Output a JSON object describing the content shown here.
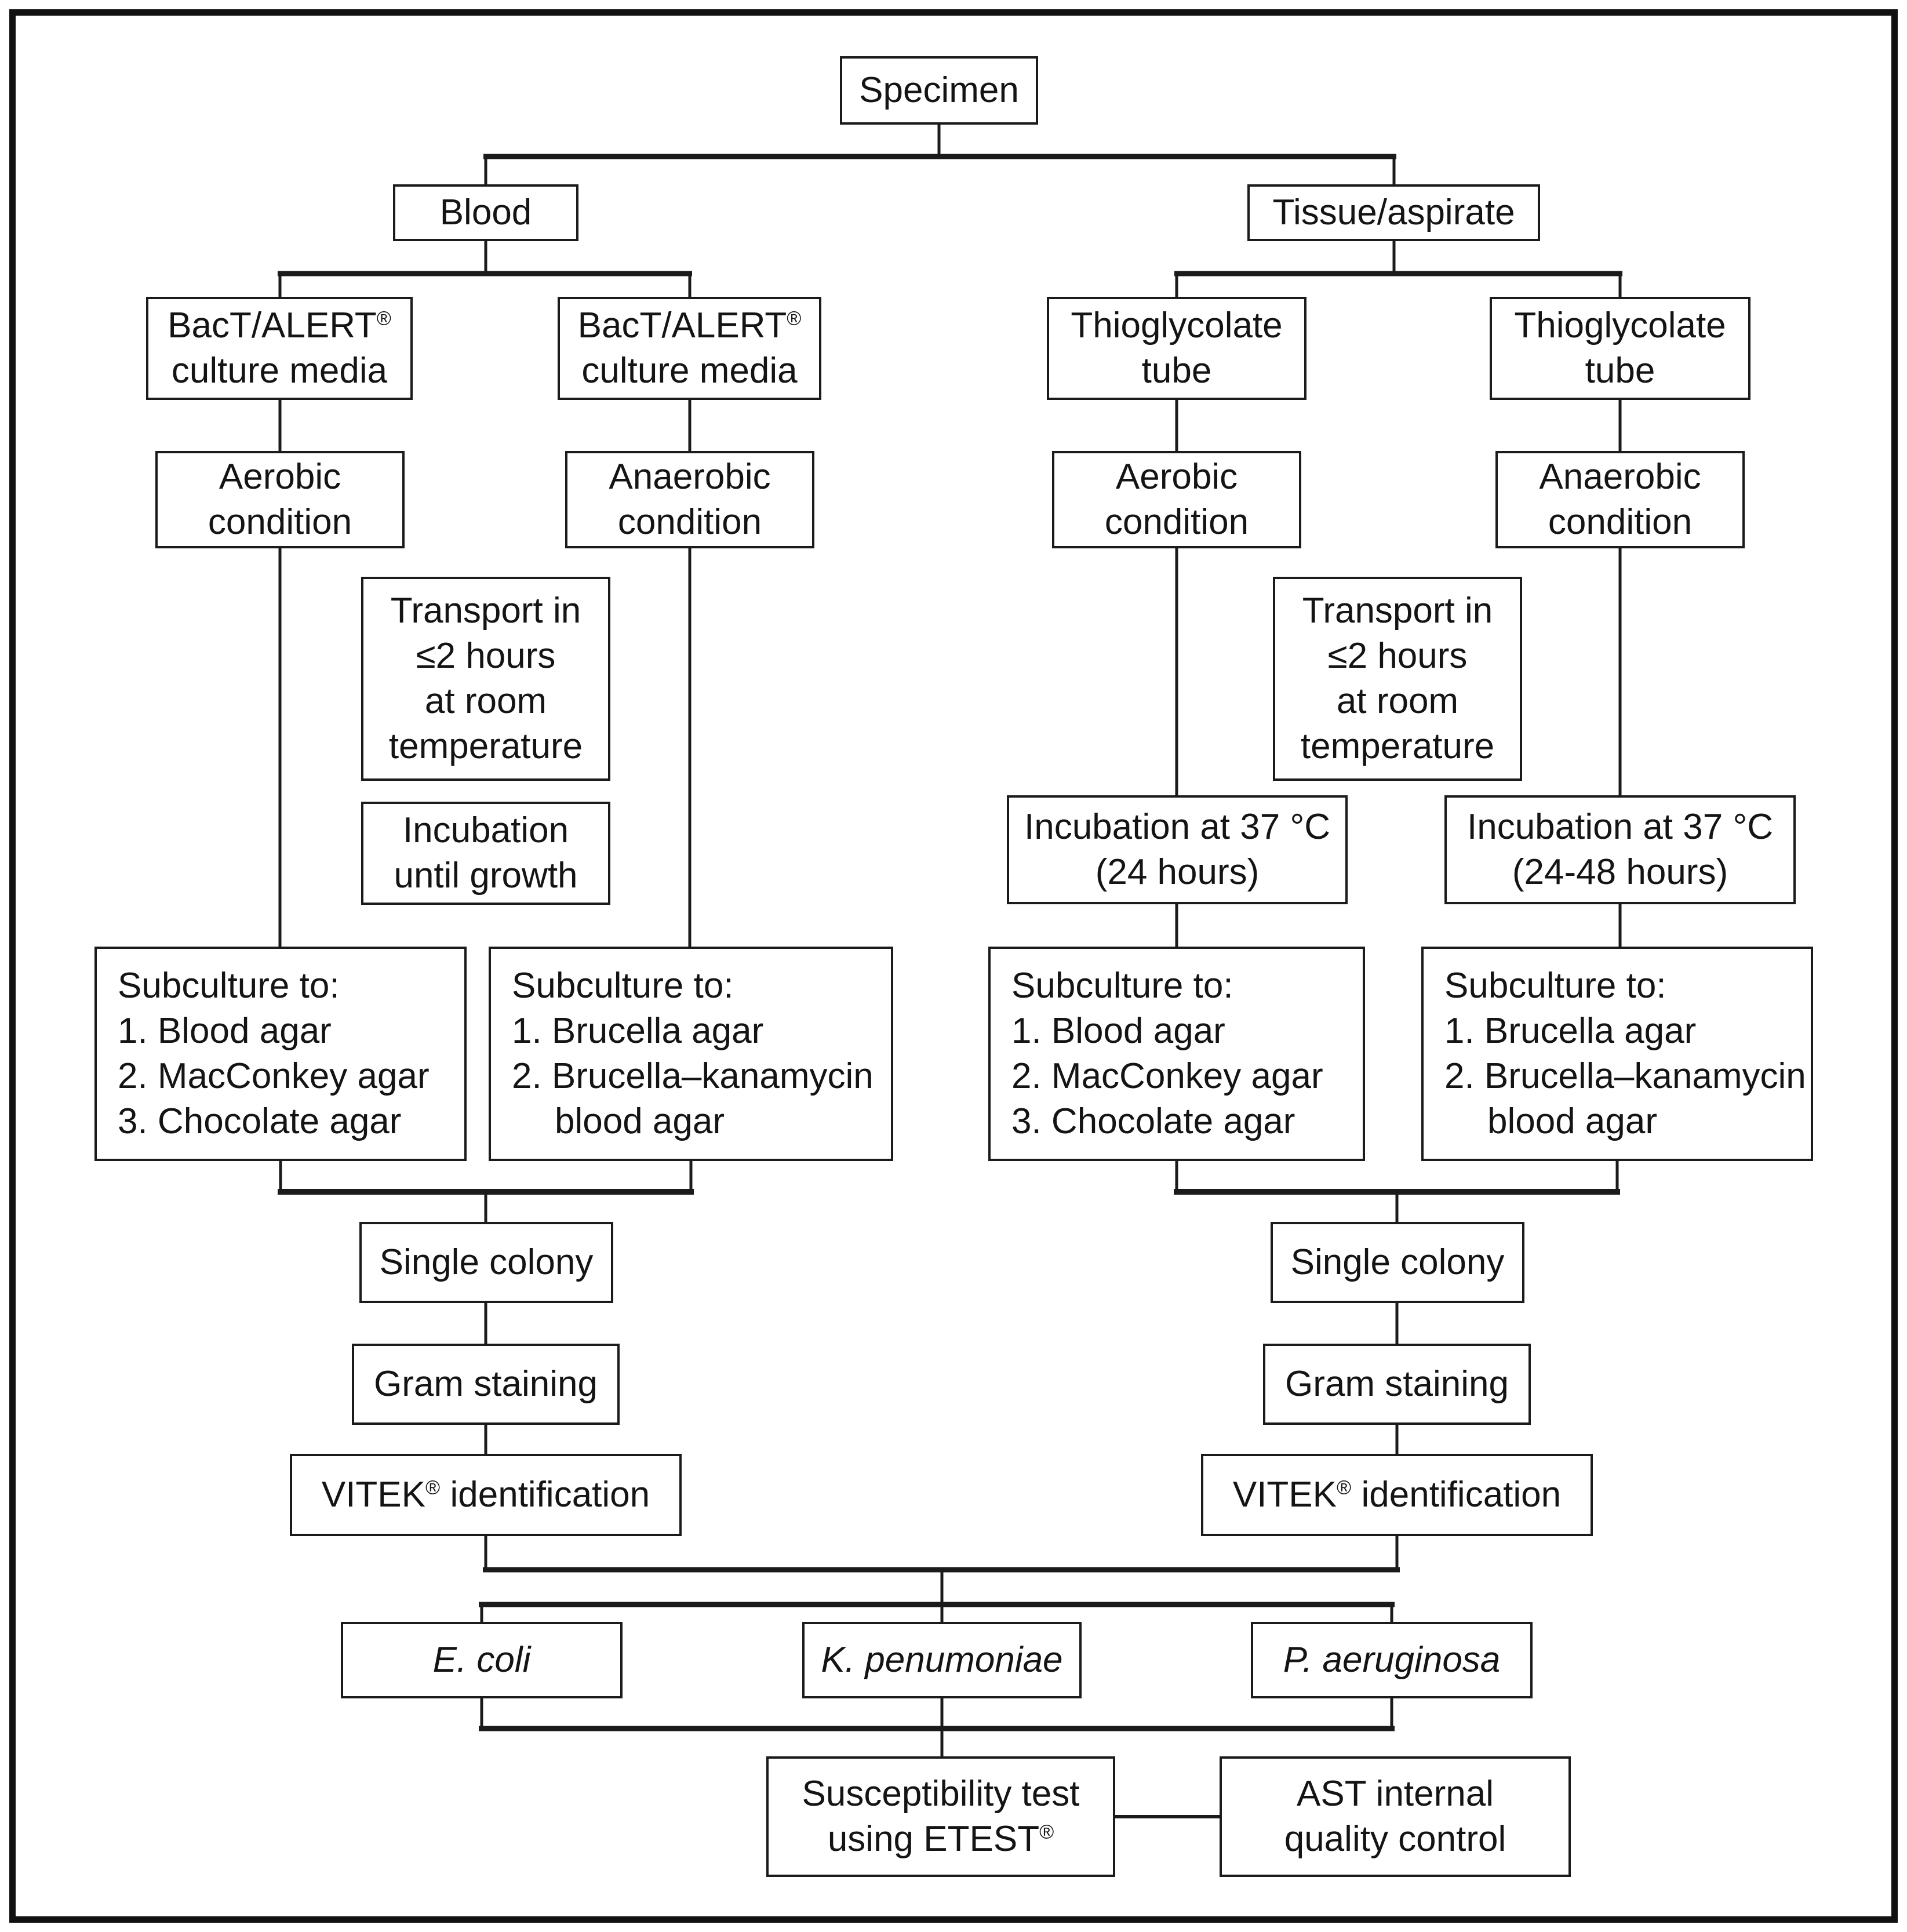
{
  "nodes": {
    "specimen": "Specimen",
    "blood": "Blood",
    "tissue_aspirate": "Tissue/aspirate",
    "bact_alert": {
      "brand": "BacT/ALERT",
      "sup": "®",
      "line2": "culture media"
    },
    "thioglycolate": {
      "line1": "Thioglycolate",
      "line2": "tube"
    },
    "aerobic": {
      "line1": "Aerobic",
      "line2": "condition"
    },
    "anaerobic": {
      "line1": "Anaerobic",
      "line2": "condition"
    },
    "transport": {
      "line1": "Transport in",
      "line2": "≤2 hours",
      "line3": "at room",
      "line4": "temperature"
    },
    "incubation_until_growth": {
      "line1": "Incubation",
      "line2": "until growth"
    },
    "incubation_24": {
      "line1": "Incubation at 37 °C",
      "line2": "(24 hours)"
    },
    "incubation_24_48": {
      "line1": "Incubation at 37 °C",
      "line2": "(24-48 hours)"
    },
    "subculture_standard": {
      "header": "Subculture to:",
      "item1": "1. Blood agar",
      "item2": "2. MacConkey agar",
      "item3": "3. Chocolate agar"
    },
    "subculture_brucella": {
      "header": "Subculture to:",
      "item1": "1. Brucella agar",
      "item2": "2. Brucella–kanamycin",
      "item2_cont": "blood agar"
    },
    "single_colony": "Single colony",
    "gram_staining": "Gram staining",
    "vitek": {
      "brand": "VITEK",
      "sup": "®",
      "rest": "identification"
    },
    "e_coli": "E. coli",
    "k_pneumoniae": "K. penumoniae",
    "p_aeruginosa": "P. aeruginosa",
    "susceptibility": {
      "line1": "Susceptibility test",
      "line2": "using ETEST",
      "sup": "®"
    },
    "ast_internal_qc": {
      "line1": "AST internal",
      "line2": "quality control"
    }
  },
  "colors": {
    "line": "#1b1b1b",
    "text": "#141414",
    "background": "#ffffff"
  }
}
